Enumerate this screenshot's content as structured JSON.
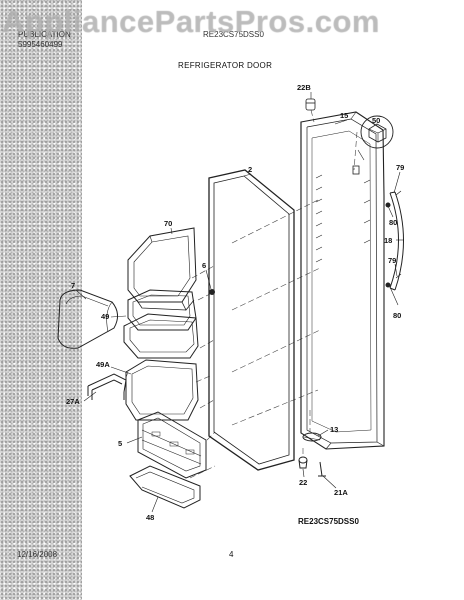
{
  "watermark": "AppliancePartsPros.com",
  "header": {
    "left_line1": "PUBLICATION",
    "left_line2": "5995460499",
    "model": "RE23CS75DSS0"
  },
  "title": "REFRIGERATOR DOOR",
  "callouts": [
    {
      "key": "22B",
      "text": "22B"
    },
    {
      "key": "15",
      "text": "15"
    },
    {
      "key": "50",
      "text": "50"
    },
    {
      "key": "2",
      "text": "2"
    },
    {
      "key": "79a",
      "text": "79"
    },
    {
      "key": "80a",
      "text": "80"
    },
    {
      "key": "18",
      "text": "18"
    },
    {
      "key": "79b",
      "text": "79"
    },
    {
      "key": "80b",
      "text": "80"
    },
    {
      "key": "70",
      "text": "70"
    },
    {
      "key": "6",
      "text": "6"
    },
    {
      "key": "7",
      "text": "7"
    },
    {
      "key": "49",
      "text": "49"
    },
    {
      "key": "49A",
      "text": "49A"
    },
    {
      "key": "27A",
      "text": "27A"
    },
    {
      "key": "5",
      "text": "5"
    },
    {
      "key": "13",
      "text": "13"
    },
    {
      "key": "22",
      "text": "22"
    },
    {
      "key": "21A",
      "text": "21A"
    },
    {
      "key": "48",
      "text": "48"
    }
  ],
  "model_code": "RE23CS75DSS0",
  "footer": {
    "date": "12/16/2008",
    "page": "4"
  }
}
